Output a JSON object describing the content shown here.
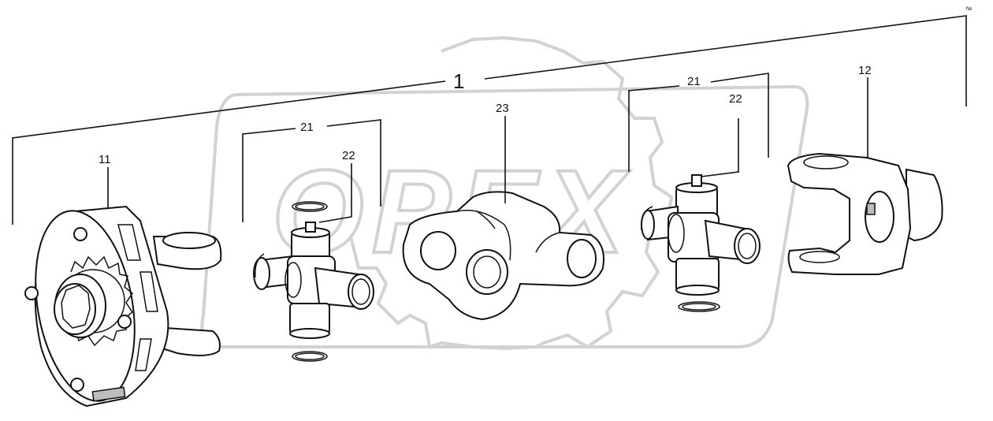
{
  "corner_code": "№",
  "watermark_text": "OPEX",
  "callouts": {
    "assembly": "1",
    "flange_yoke": "11",
    "yoke_right": "12",
    "cross_left": "21",
    "cross_right": "21",
    "circlip_left": "22",
    "circlip_right": "22",
    "center_housing": "23"
  }
}
